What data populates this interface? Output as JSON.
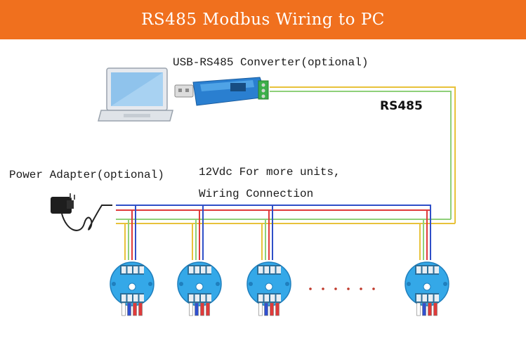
{
  "banner": {
    "title": "RS485 Modbus Wiring to PC"
  },
  "labels": {
    "converter": "USB-RS485 Converter(optional)",
    "bus": "RS485",
    "power_adapter": "Power Adapter(optional)",
    "note_line1": "12Vdc For more units,",
    "note_line2": "Wiring Connection"
  },
  "colors": {
    "banner": "#f0701e",
    "wire_yellow": "#e8c23a",
    "wire_red": "#e03a3a",
    "wire_blue": "#2f4fc8",
    "wire_green": "#8fd07a",
    "transmitter": "#34a8e8"
  },
  "transmitters": {
    "count_shown": 4,
    "ellipsis": "......"
  }
}
